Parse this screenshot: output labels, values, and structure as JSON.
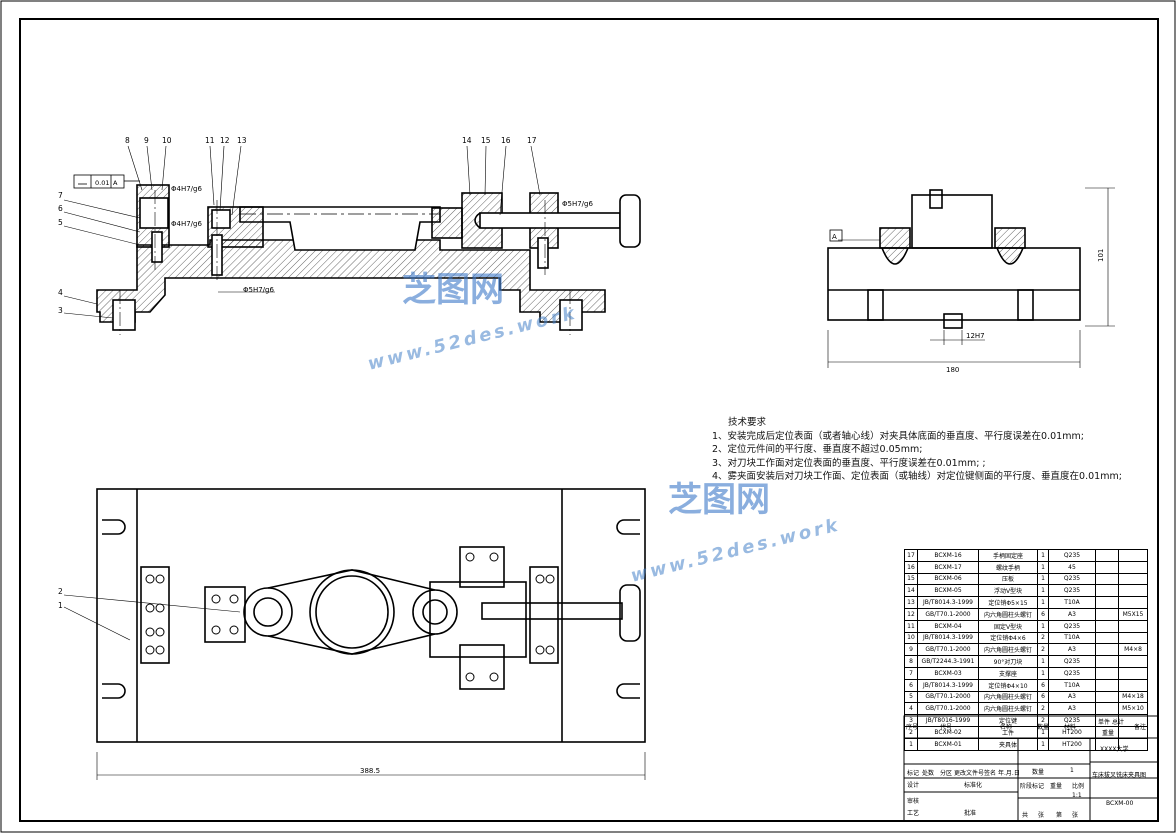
{
  "watermark": {
    "brand": "芝图网",
    "url": "www.52des.work"
  },
  "callouts": [
    "1",
    "2",
    "3",
    "4",
    "5",
    "6",
    "7",
    "8",
    "9",
    "10",
    "11",
    "12",
    "13",
    "14",
    "15",
    "16",
    "17"
  ],
  "fit_labels": {
    "fit1": "Φ4H7/g6",
    "fit2": "Φ4H7/g6",
    "fit3": "Φ5H7/g6",
    "fit4": "Φ5H7/g6",
    "fit5": "12H7"
  },
  "tolerance_frame": {
    "value": "0.01",
    "datum": "A"
  },
  "datum_label": "A",
  "dimensions": {
    "height": "101",
    "width_side": "180",
    "width_plan": "388.5"
  },
  "tech_requirements": {
    "title": "技术要求",
    "items": [
      "1、安装完成后定位表面（或者轴心线）对夹具体底面的垂直度、平行度误差在0.01mm;",
      "2、定位元件间的平行度、垂直度不超过0.05mm;",
      "3、对刀块工作面对定位表面的垂直度、平行度误差在0.01mm; ;",
      "4、雾夹面安装后对刀块工作面、定位表面（或轴线）对定位键侧面的平行度、垂直度在0.01mm;"
    ]
  },
  "bom": {
    "rows": [
      [
        "17",
        "BCXM-16",
        "手柄固定座",
        "1",
        "Q235",
        ""
      ],
      [
        "16",
        "BCXM-17",
        "螺纹手柄",
        "1",
        "45",
        ""
      ],
      [
        "15",
        "BCXM-06",
        "压板",
        "1",
        "Q235",
        ""
      ],
      [
        "14",
        "BCXM-05",
        "浮动V型块",
        "1",
        "Q235",
        ""
      ],
      [
        "13",
        "JB/T8014.3-1999",
        "定位销Φ5×15",
        "1",
        "T10A",
        ""
      ],
      [
        "12",
        "GB/T70.1-2000",
        "内六角圆柱头螺钉",
        "6",
        "A3",
        "M5X15"
      ],
      [
        "11",
        "BCXM-04",
        "固定V型块",
        "1",
        "Q235",
        ""
      ],
      [
        "10",
        "JB/T8014.3-1999",
        "定位销Φ4×6",
        "2",
        "T10A",
        ""
      ],
      [
        "9",
        "GB/T70.1-2000",
        "内六角圆柱头螺钉",
        "2",
        "A3",
        "M4×8"
      ],
      [
        "8",
        "GB/T2244.3-1991",
        "90°对刀块",
        "1",
        "Q235",
        ""
      ],
      [
        "7",
        "BCXM-03",
        "支撑座",
        "1",
        "Q235",
        ""
      ],
      [
        "6",
        "JB/T8014.3-1999",
        "定位销Φ4×10",
        "6",
        "T10A",
        ""
      ],
      [
        "5",
        "GB/T70.1-2000",
        "内六角圆柱头螺钉",
        "6",
        "A3",
        "M4×18"
      ],
      [
        "4",
        "GB/T70.1-2000",
        "内六角圆柱头螺钉",
        "2",
        "A3",
        "M5×10"
      ],
      [
        "3",
        "JB/T8016-1999",
        "定位键",
        "2",
        "Q235",
        ""
      ],
      [
        "2",
        "BCXM-02",
        "工件",
        "1",
        "HT200",
        ""
      ],
      [
        "1",
        "BCXM-01",
        "夹具体",
        "1",
        "HT200",
        ""
      ]
    ],
    "header": {
      "seq": "序号",
      "code": "代号",
      "name": "名称",
      "qty": "数量",
      "material": "材料",
      "single": "单件",
      "total": "总计",
      "weight": "重量",
      "remark": "备注"
    }
  },
  "title_block": {
    "school": "XXXX大学",
    "drawing_title": "车床拔叉铣床夹具图",
    "drawing_no": "BCXM-00",
    "qty_label": "数量",
    "qty_value": "1",
    "stage_label": "阶段标记",
    "weight_label": "重量",
    "scale_label": "比例",
    "scale_value": "1:1",
    "labels": [
      "标记",
      "处数",
      "分区",
      "更改文件号",
      "签名",
      "年.月.日",
      "设计",
      "标准化",
      "审核",
      "工艺",
      "批准"
    ],
    "sheet": [
      "共",
      "张",
      "第",
      "张"
    ]
  }
}
